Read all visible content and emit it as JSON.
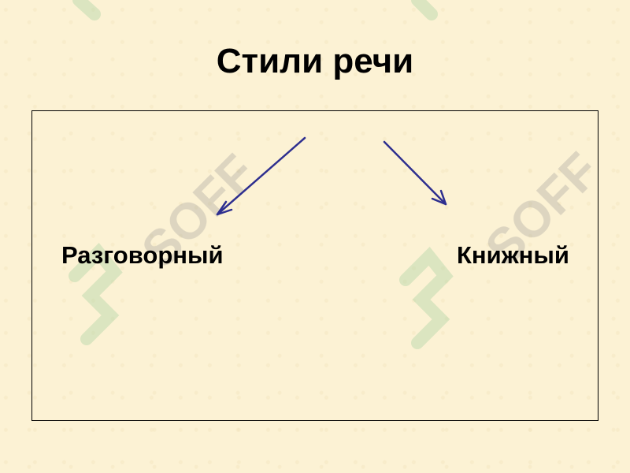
{
  "slide": {
    "title": "Стили речи"
  },
  "diagram": {
    "nodes": [
      {
        "id": "colloquial",
        "label": "Разговорный"
      },
      {
        "id": "bookish",
        "label": "Книжный"
      }
    ],
    "arrow_color": "#2e2f8f"
  },
  "watermark": {
    "text": "SOFF",
    "color": "#9fcf9a"
  }
}
